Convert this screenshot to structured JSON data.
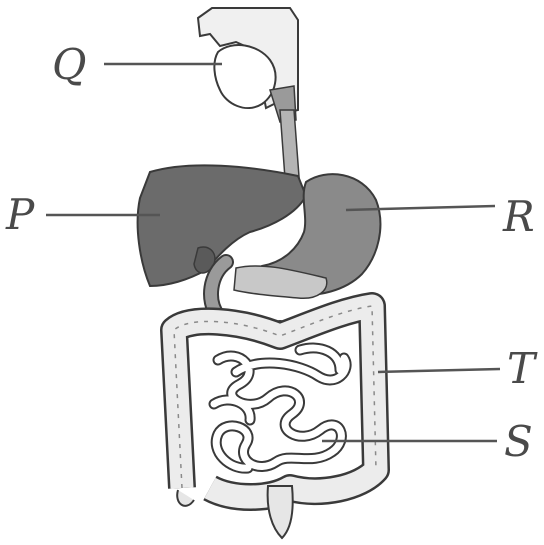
{
  "labels": {
    "q": "Q",
    "p": "P",
    "r": "R",
    "t": "T",
    "s": "S"
  },
  "colors": {
    "liver": "#6b6b6b",
    "stomach": "#8a8a8a",
    "outline": "#3a3a3a",
    "pointer_line": "#555555",
    "label_text": "#4a4a4a",
    "background": "#ffffff"
  }
}
